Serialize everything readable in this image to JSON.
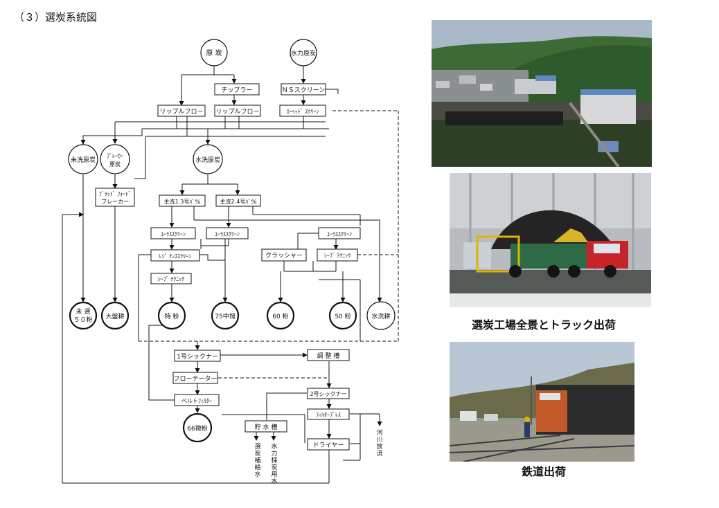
{
  "title": "（３）選炭系統図",
  "flow": {
    "circles": {
      "raw_coal": "原 炭",
      "hydraulic_raw": "水力原炭",
      "unwashed": "未洗原炭",
      "breaker_raw_1": "ﾌﾞﾚｰｶｰ",
      "breaker_raw_2": "原炭",
      "washed_raw": "水洗原炭"
    },
    "products": {
      "p50_1": "未 選",
      "p50_2": "５０粉",
      "lump": "大盤耕",
      "special": "特 粉",
      "mid75": "75中塊",
      "fine60": "60 粉",
      "fine50": "50 粉",
      "hydro_cake": "水洗耕",
      "micro66": "66微粉"
    },
    "boxes": {
      "chippler": "チッブラー",
      "ns_screen": "ＮＳスクリーン",
      "ripple1": "リップルフロー",
      "ripple2": "リップルフロー",
      "lowhead": "ﾛｰﾍｯﾄﾞ ｽｸﾘｰﾝ",
      "bradford_1": "ﾌﾞﾗｯﾄﾞ ﾌｫｰﾄﾞ",
      "bradford_2": "ブレーカー",
      "jig13": "主洗1.3号ﾊﾞｳﾑ",
      "jig24": "主洗2.4号ﾊﾞｳﾑ",
      "ura1": "ﾕｰﾗｽｽｸﾘｰﾝ",
      "ura2": "ﾕｰﾗｽｽｸﾘｰﾝ",
      "ura3": "ﾕｰﾗｽｽｸﾘｰﾝ",
      "crusher": "クラッシャー",
      "sieve1": "ｼｰﾌﾞ ﾃｸﾆｯｸ",
      "reg": "ﾚｼﾞ ﾅﾝｽｽｸﾘｰﾝ",
      "sieve2": "ｼｰﾌﾞ ﾃｸﾆｯｸ",
      "thick1": "1号シックナー",
      "adjust": "調 整 槽",
      "flotator": "フローテーター",
      "thick2": "2号シックナー",
      "belt": "ベルトﾌｨﾙﾀｰ",
      "filterpress": "ﾌｨﾙﾀｰﾌﾟﾚｽ",
      "tank": "貯 水 槽",
      "dryer": "ドライヤー"
    },
    "notes": {
      "river": "河川放流",
      "selection_water": "選炭補給水",
      "hydraulic_water": "水力採炭用水"
    }
  },
  "photos": [
    {
      "caption": ""
    },
    {
      "caption": "選炭工場全景とトラック出荷"
    },
    {
      "caption": "鉄道出荷"
    }
  ]
}
